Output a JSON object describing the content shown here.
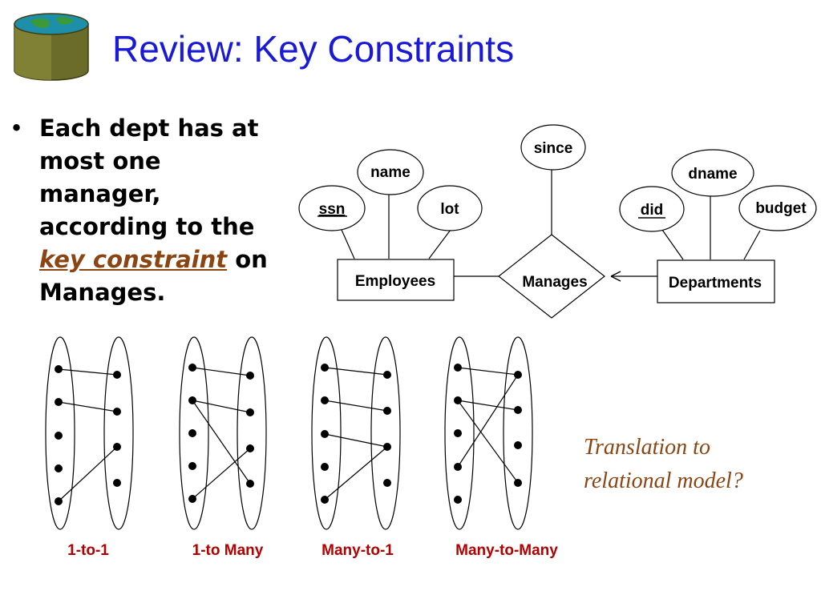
{
  "slide": {
    "title": "Review: Key Constraints",
    "bullet": {
      "lines": [
        "Each dept has at",
        "most one",
        "manager,",
        "according to the"
      ],
      "key_constraint": "key constraint",
      "after_key": "on",
      "last_line": "Manages."
    },
    "note": {
      "line1": "Translation to",
      "line2": "relational model?"
    }
  },
  "er": {
    "entities": {
      "employees": "Employees",
      "departments": "Departments"
    },
    "relationship": "Manages",
    "attributes": {
      "ssn": "ssn",
      "name": "name",
      "lot": "lot",
      "since": "since",
      "did": "did",
      "dname": "dname",
      "budget": "budget"
    }
  },
  "mappings": {
    "labels": [
      "1-to-1",
      "1-to Many",
      "Many-to-1",
      "Many-to-Many"
    ]
  },
  "colors": {
    "title": "#1a1ad6",
    "accent": "#8b4513",
    "mapping_label": "#b30000"
  }
}
